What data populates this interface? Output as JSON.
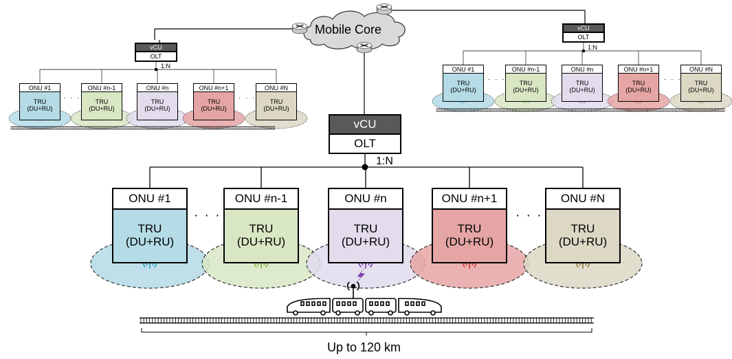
{
  "core": {
    "label": "Mobile Core"
  },
  "vcu_label": "vCU",
  "olt_label": "OLT",
  "split_ratio": "1:N",
  "ellipsis": "· · ·",
  "onus": [
    {
      "label": "ONU #1",
      "tru": "TRU",
      "sub": "(DU+RU)",
      "fill": "#b4dbe6",
      "accent": "#2e9fc7"
    },
    {
      "label": "ONU #n-1",
      "tru": "TRU",
      "sub": "(DU+RU)",
      "fill": "#d8e6c4",
      "accent": "#7bb043"
    },
    {
      "label": "ONU #n",
      "tru": "TRU",
      "sub": "(DU+RU)",
      "fill": "#e2dced",
      "accent": "#7a3fb0"
    },
    {
      "label": "ONU #n+1",
      "tru": "TRU",
      "sub": "(DU+RU)",
      "fill": "#e6a5a5",
      "accent": "#d23a3a"
    },
    {
      "label": "ONU #N",
      "tru": "TRU",
      "sub": "(DU+RU)",
      "fill": "#dcd8c4",
      "accent": "#8a7a40"
    }
  ],
  "distance_label": "Up to 120 km"
}
